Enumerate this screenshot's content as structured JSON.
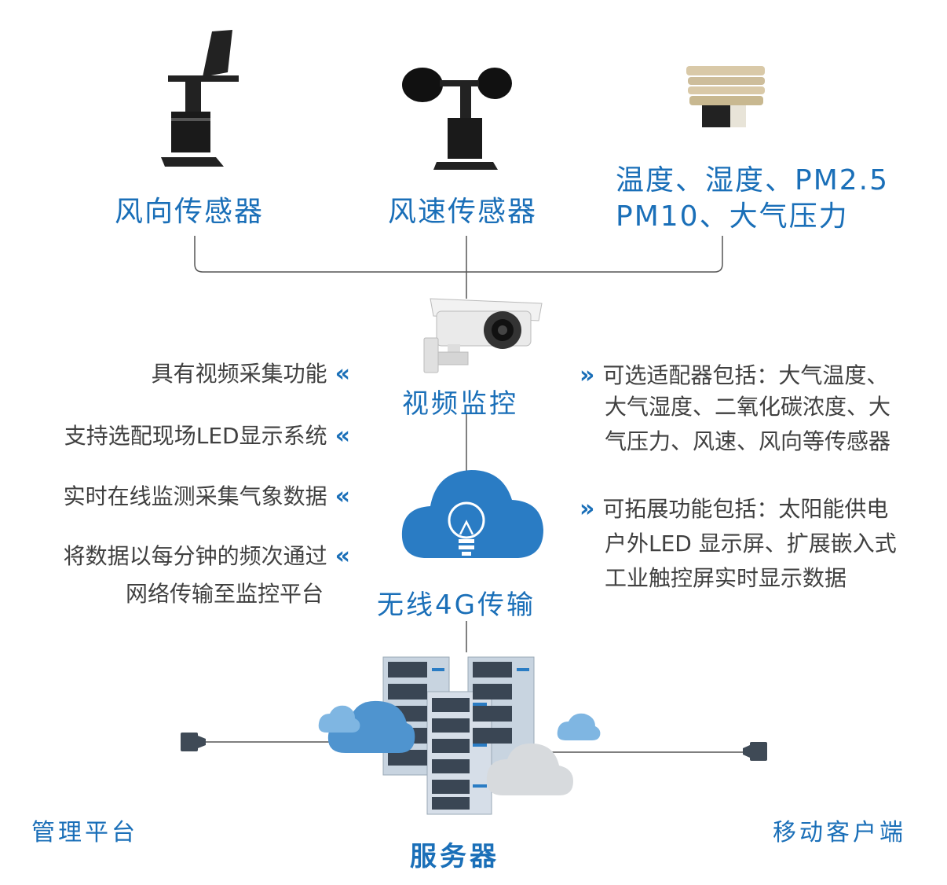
{
  "sensors": {
    "wind_direction": "风向传感器",
    "wind_speed": "风速传感器",
    "env_line1": "温度、湿度、PM2.5",
    "env_line2": "PM10、大气压力"
  },
  "video": {
    "label": "视频监控"
  },
  "wireless": {
    "label": "无线4G传输"
  },
  "left_features": [
    "具有视频采集功能",
    "支持选配现场LED显示系统",
    "实时在线监测采集气象数据",
    "将数据以每分钟的频次通过",
    "网络传输至监控平台"
  ],
  "right_features": {
    "item1": [
      "可选适配器包括：大气温度、",
      "大气湿度、二氧化碳浓度、大",
      "气压力、风速、风向等传感器"
    ],
    "item2": [
      "可拓展功能包括：太阳能供电",
      "户外LED 显示屏、扩展嵌入式",
      "工业触控屏实时显示数据"
    ]
  },
  "bottom": {
    "management": "管理平台",
    "server": "服务器",
    "mobile": "移动客户端"
  },
  "symbols": {
    "left_chevron": "«",
    "right_chevron": "»"
  },
  "colors": {
    "accent": "#1a6fb8",
    "text": "#404040",
    "line": "#555555"
  }
}
